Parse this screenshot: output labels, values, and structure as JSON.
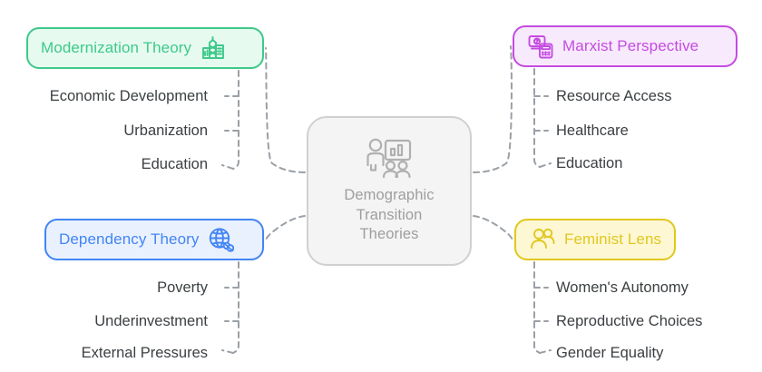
{
  "diagram": {
    "type": "mind-map",
    "title": "Demographic Transition Theories",
    "background": "#ffffff"
  },
  "center": {
    "icon": "presenter-chart-audience-icon",
    "line1": "Demographic",
    "line2": "Transition",
    "line3": "Theories",
    "text_color": "#9e9e9e",
    "fill": "#f4f4f4",
    "border": "#d0d0d0"
  },
  "branches": [
    {
      "id": "modernization",
      "label": "Modernization Theory",
      "icon": "cityscape-buildings-icon",
      "icon_side": "right",
      "accent": "#3ec98a",
      "fill": "#e6faf0",
      "position": "top-left",
      "children": [
        {
          "label": "Economic Development"
        },
        {
          "label": "Urbanization"
        },
        {
          "label": "Education"
        }
      ]
    },
    {
      "id": "marxist",
      "label": "Marxist Perspective",
      "icon": "money-calculator-icon",
      "icon_side": "left",
      "accent": "#c44ce0",
      "fill": "#f8eafd",
      "position": "top-right",
      "children": [
        {
          "label": "Resource Access"
        },
        {
          "label": "Healthcare"
        },
        {
          "label": "Education"
        }
      ]
    },
    {
      "id": "dependency",
      "label": "Dependency Theory",
      "icon": "globe-broken-link-icon",
      "icon_side": "right",
      "accent": "#4285f4",
      "fill": "#eaf1fe",
      "position": "bottom-left",
      "children": [
        {
          "label": "Poverty"
        },
        {
          "label": "Underinvestment"
        },
        {
          "label": "External Pressures"
        }
      ]
    },
    {
      "id": "feminist",
      "label": "Feminist Lens",
      "icon": "people-group-icon",
      "icon_side": "left",
      "accent": "#e0c81e",
      "fill": "#fdf7d4",
      "position": "bottom-right",
      "children": [
        {
          "label": "Women's Autonomy"
        },
        {
          "label": "Reproductive Choices"
        },
        {
          "label": "Gender Equality"
        }
      ]
    }
  ],
  "connector_style": {
    "color": "#9aa0a6",
    "dash": "6 5",
    "width": 2
  }
}
